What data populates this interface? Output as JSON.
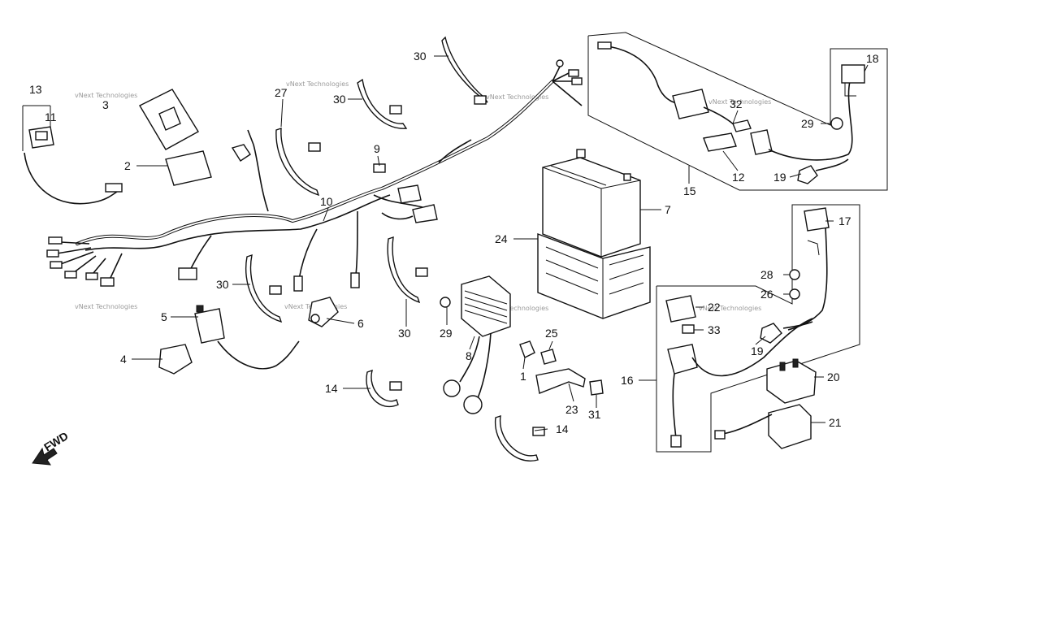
{
  "diagram": {
    "direction_label": "FWD",
    "watermark": "vNext Technologies",
    "callouts": [
      {
        "id": "c13",
        "text": "13"
      },
      {
        "id": "c11",
        "text": "11"
      },
      {
        "id": "c3",
        "text": "3"
      },
      {
        "id": "c2",
        "text": "2"
      },
      {
        "id": "c27",
        "text": "27"
      },
      {
        "id": "c30a",
        "text": "30"
      },
      {
        "id": "c30b",
        "text": "30"
      },
      {
        "id": "c30c",
        "text": "30"
      },
      {
        "id": "c30d",
        "text": "30"
      },
      {
        "id": "c9",
        "text": "9"
      },
      {
        "id": "c10",
        "text": "10"
      },
      {
        "id": "c5",
        "text": "5"
      },
      {
        "id": "c4",
        "text": "4"
      },
      {
        "id": "c6",
        "text": "6"
      },
      {
        "id": "c14a",
        "text": "14"
      },
      {
        "id": "c14b",
        "text": "14"
      },
      {
        "id": "c7",
        "text": "7"
      },
      {
        "id": "c24",
        "text": "24"
      },
      {
        "id": "c29a",
        "text": "29"
      },
      {
        "id": "c29b",
        "text": "29"
      },
      {
        "id": "c8",
        "text": "8"
      },
      {
        "id": "c25",
        "text": "25"
      },
      {
        "id": "c1",
        "text": "1"
      },
      {
        "id": "c23",
        "text": "23"
      },
      {
        "id": "c31",
        "text": "31"
      },
      {
        "id": "c32",
        "text": "32"
      },
      {
        "id": "c12",
        "text": "12"
      },
      {
        "id": "c15",
        "text": "15"
      },
      {
        "id": "c18",
        "text": "18"
      },
      {
        "id": "c19a",
        "text": "19"
      },
      {
        "id": "c19b",
        "text": "19"
      },
      {
        "id": "c17",
        "text": "17"
      },
      {
        "id": "c28",
        "text": "28"
      },
      {
        "id": "c26",
        "text": "26"
      },
      {
        "id": "c22",
        "text": "22"
      },
      {
        "id": "c33",
        "text": "33"
      },
      {
        "id": "c16",
        "text": "16"
      },
      {
        "id": "c20",
        "text": "20"
      },
      {
        "id": "c21",
        "text": "21"
      }
    ]
  }
}
